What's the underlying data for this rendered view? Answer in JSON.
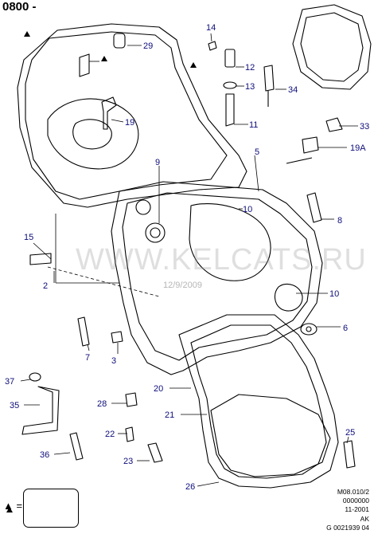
{
  "header": {
    "model_code": "0800 -"
  },
  "watermark": {
    "text": "WWW.KELCATS.RU",
    "date": "12/9/2009"
  },
  "legend": {
    "symbol": "▲ ="
  },
  "footer_codes": [
    "M08.010/2",
    "0000000",
    "11-2001",
    "AK",
    "G 0021939 04"
  ],
  "colors": {
    "callout_text": "#0d0d7a",
    "line_art": "#000000"
  },
  "callouts": [
    {
      "id": "2",
      "label": "2"
    },
    {
      "id": "3",
      "label": "3"
    },
    {
      "id": "5",
      "label": "5"
    },
    {
      "id": "6",
      "label": "6"
    },
    {
      "id": "7",
      "label": "7"
    },
    {
      "id": "8",
      "label": "8"
    },
    {
      "id": "9",
      "label": "9"
    },
    {
      "id": "10a",
      "label": "10"
    },
    {
      "id": "10b",
      "label": "10"
    },
    {
      "id": "11",
      "label": "11"
    },
    {
      "id": "12",
      "label": "12"
    },
    {
      "id": "13",
      "label": "13"
    },
    {
      "id": "14",
      "label": "14"
    },
    {
      "id": "15",
      "label": "15"
    },
    {
      "id": "19",
      "label": "19"
    },
    {
      "id": "19A",
      "label": "19A"
    },
    {
      "id": "20",
      "label": "20"
    },
    {
      "id": "21",
      "label": "21"
    },
    {
      "id": "22",
      "label": "22"
    },
    {
      "id": "23",
      "label": "23"
    },
    {
      "id": "25",
      "label": "25"
    },
    {
      "id": "26",
      "label": "26"
    },
    {
      "id": "28",
      "label": "28"
    },
    {
      "id": "29",
      "label": "29"
    },
    {
      "id": "33",
      "label": "33"
    },
    {
      "id": "34",
      "label": "34"
    },
    {
      "id": "35",
      "label": "35"
    },
    {
      "id": "36",
      "label": "36"
    },
    {
      "id": "37",
      "label": "37"
    }
  ]
}
